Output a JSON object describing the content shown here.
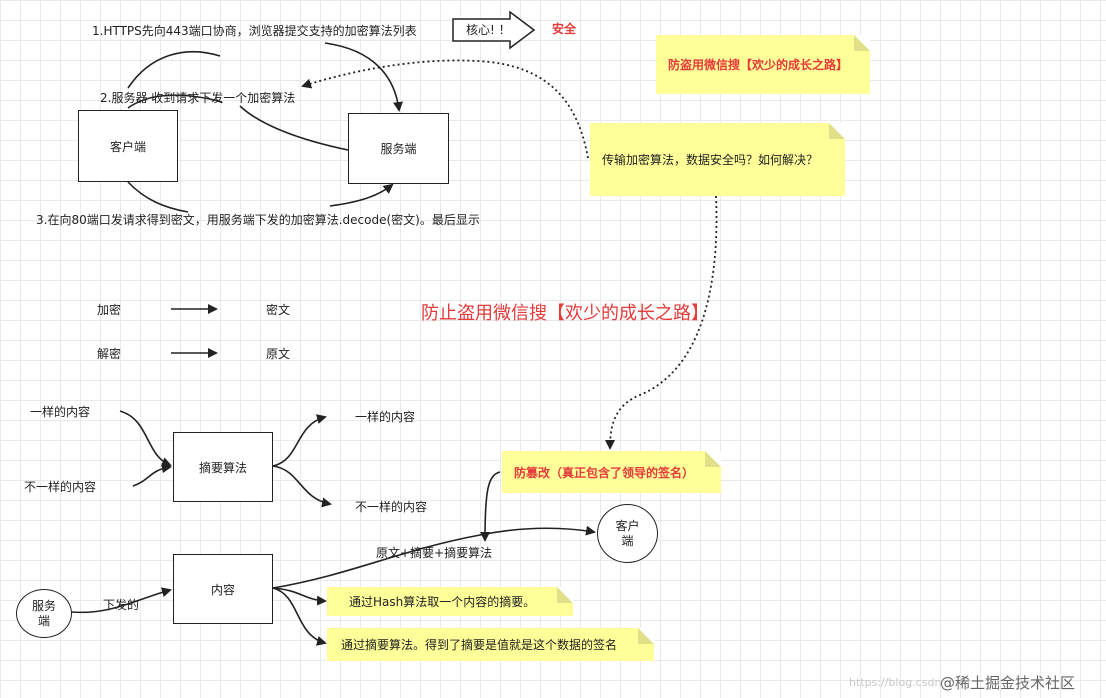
{
  "labels": {
    "step1": "1.HTTPS先向443端口协商，浏览器提交支持的加密算法列表",
    "core": "核心! ！",
    "safe": "安全",
    "step2": "2.服务器 收到请求下发一个加密算法",
    "client": "客户端",
    "server": "服务端",
    "step3": "3.在向80端口发请求得到密文，用服务端下发的加密算法.decode(密文)。最后显示",
    "note_top": "防盗用微信搜【欢少的成长之路】",
    "note_question": "传输加密算法，数据安全吗？如何解决？",
    "encrypt": "加密",
    "ciphertext": "密文",
    "decrypt": "解密",
    "plaintext": "原文",
    "center_red": "防止盗用微信搜【欢少的成长之路】",
    "same_content_left": "一样的内容",
    "diff_content_left": "不一样的内容",
    "digest_algo": "摘要算法",
    "same_content_right": "一样的内容",
    "diff_content_right": "不一样的内容",
    "tamper_note": "防篡改（真正包含了领导的签名）",
    "client_circle": "客户\n端",
    "original_digest": "原文+摘要+摘要算法",
    "server_circle": "服务\n端",
    "issued": "下发的",
    "content": "内容",
    "hash_note": "通过Hash算法取一个内容的摘要。",
    "sign_note": "通过摘要算法。得到了摘要是值就是这个数据的签名",
    "watermark": "@稀土掘金技术社区",
    "watermark_url": "https://blog.csdn"
  },
  "colors": {
    "accent_red": "#e43b3b",
    "note_yellow": "#ffff99",
    "line": "#222222"
  }
}
